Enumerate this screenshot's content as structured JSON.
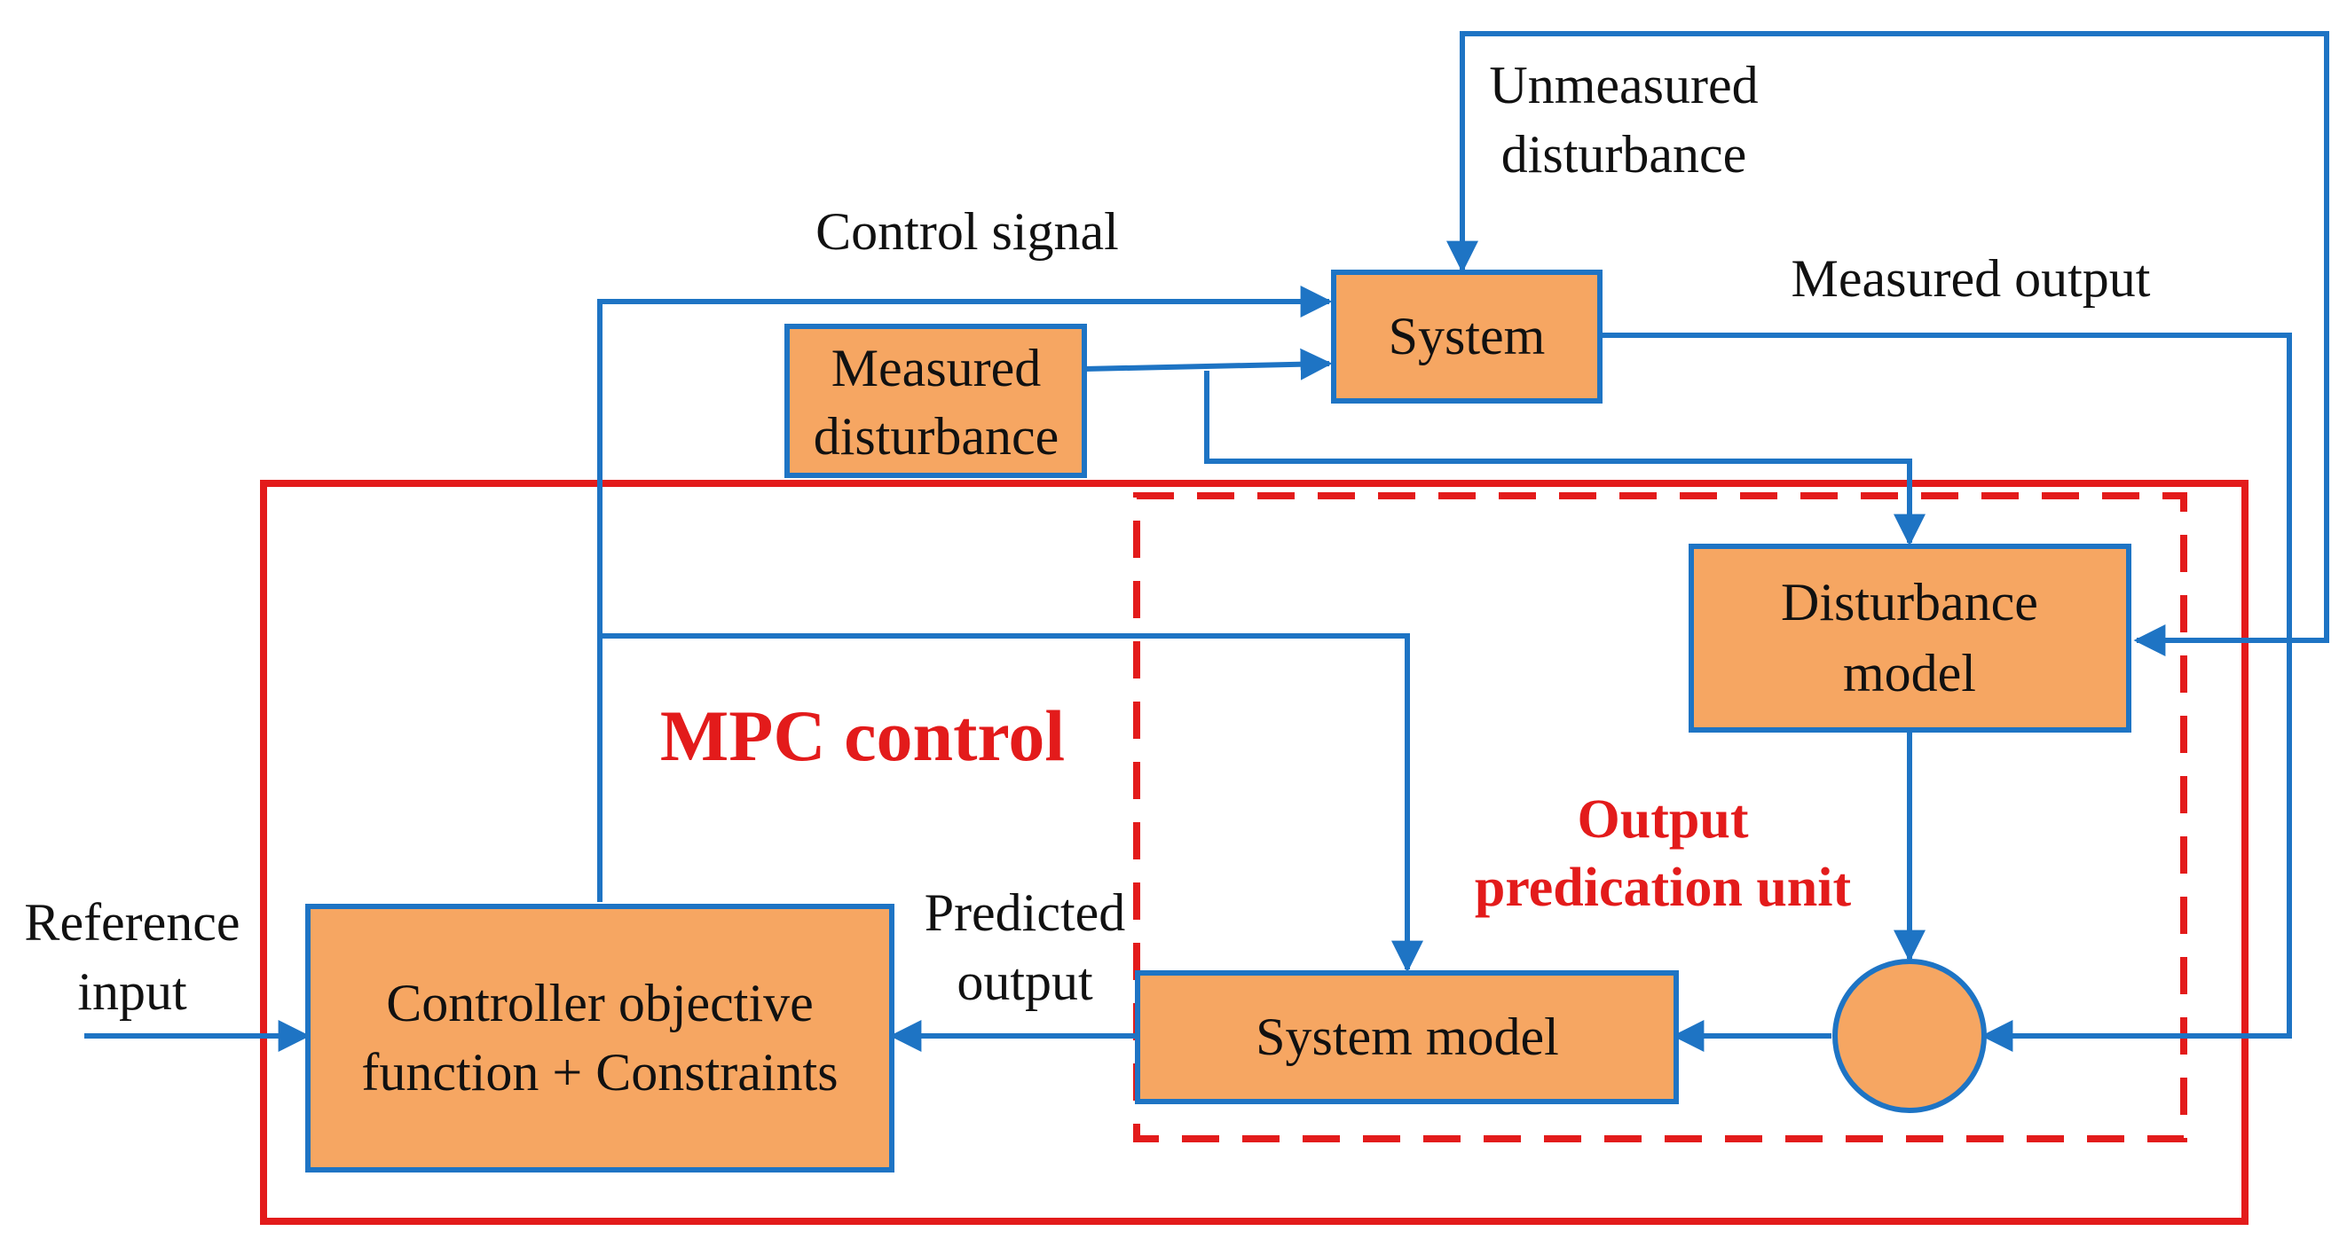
{
  "colors": {
    "block_fill": "#F6A662",
    "wire": "#1E74C4",
    "mpc_border": "#E31B1B",
    "text": "#111111"
  },
  "blocks": {
    "system": "System",
    "measured_disturbance": [
      "Measured",
      "disturbance"
    ],
    "disturbance_model": [
      "Disturbance",
      "model"
    ],
    "system_model": "System model",
    "controller": [
      "Controller objective",
      "function + Constraints"
    ],
    "summing_junction": ""
  },
  "signals": {
    "unmeasured_disturbance": [
      "Unmeasured",
      "disturbance"
    ],
    "control_signal": "Control signal",
    "measured_output": "Measured output",
    "reference_input": [
      "Reference",
      "input"
    ],
    "predicted_output": [
      "Predicted",
      "output"
    ]
  },
  "regions": {
    "mpc_control": "MPC control",
    "output_prediction_unit": [
      "Output",
      "predication unit"
    ]
  }
}
